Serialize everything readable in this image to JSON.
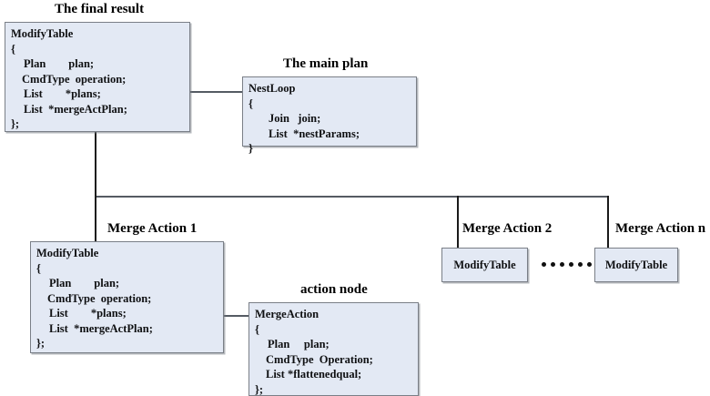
{
  "diagram": {
    "title_final_result": "The final result",
    "title_main_plan": "The main plan",
    "title_merge_action_1": "Merge Action 1",
    "title_action_node": "action node",
    "title_merge_action_2": "Merge Action 2",
    "title_merge_action_n": "Merge Action n",
    "boxes": {
      "final_result": {
        "struct_name": "ModifyTable",
        "open_brace": "{",
        "fields": [
          "Plan        plan;",
          "CmdType  operation;",
          "List        *plans;",
          "List  *mergeActPlan;"
        ],
        "close_brace": "};"
      },
      "main_plan": {
        "struct_name": "NestLoop",
        "open_brace": "{",
        "fields": [
          "Join   join;",
          "List  *nestParams;"
        ],
        "close_brace": "}"
      },
      "merge_action_1": {
        "struct_name": "ModifyTable",
        "open_brace": "{",
        "fields": [
          "Plan        plan;",
          "CmdType  operation;",
          "List        *plans;",
          "List  *mergeActPlan;"
        ],
        "close_brace": "};"
      },
      "action_node": {
        "struct_name": "MergeAction",
        "open_brace": "{",
        "fields": [
          "Plan     plan;",
          "CmdType  Operation;",
          "List *flattenedqual;"
        ],
        "close_brace": "};"
      },
      "merge_action_2": {
        "struct_name": "ModifyTable"
      },
      "merge_action_n": {
        "struct_name": "ModifyTable"
      }
    },
    "ellipsis_dot_count": 6,
    "colors": {
      "box_fill": "#e3e9f4",
      "box_border": "#7a7f87",
      "connector": "#555b63",
      "text": "#0f1012"
    }
  }
}
